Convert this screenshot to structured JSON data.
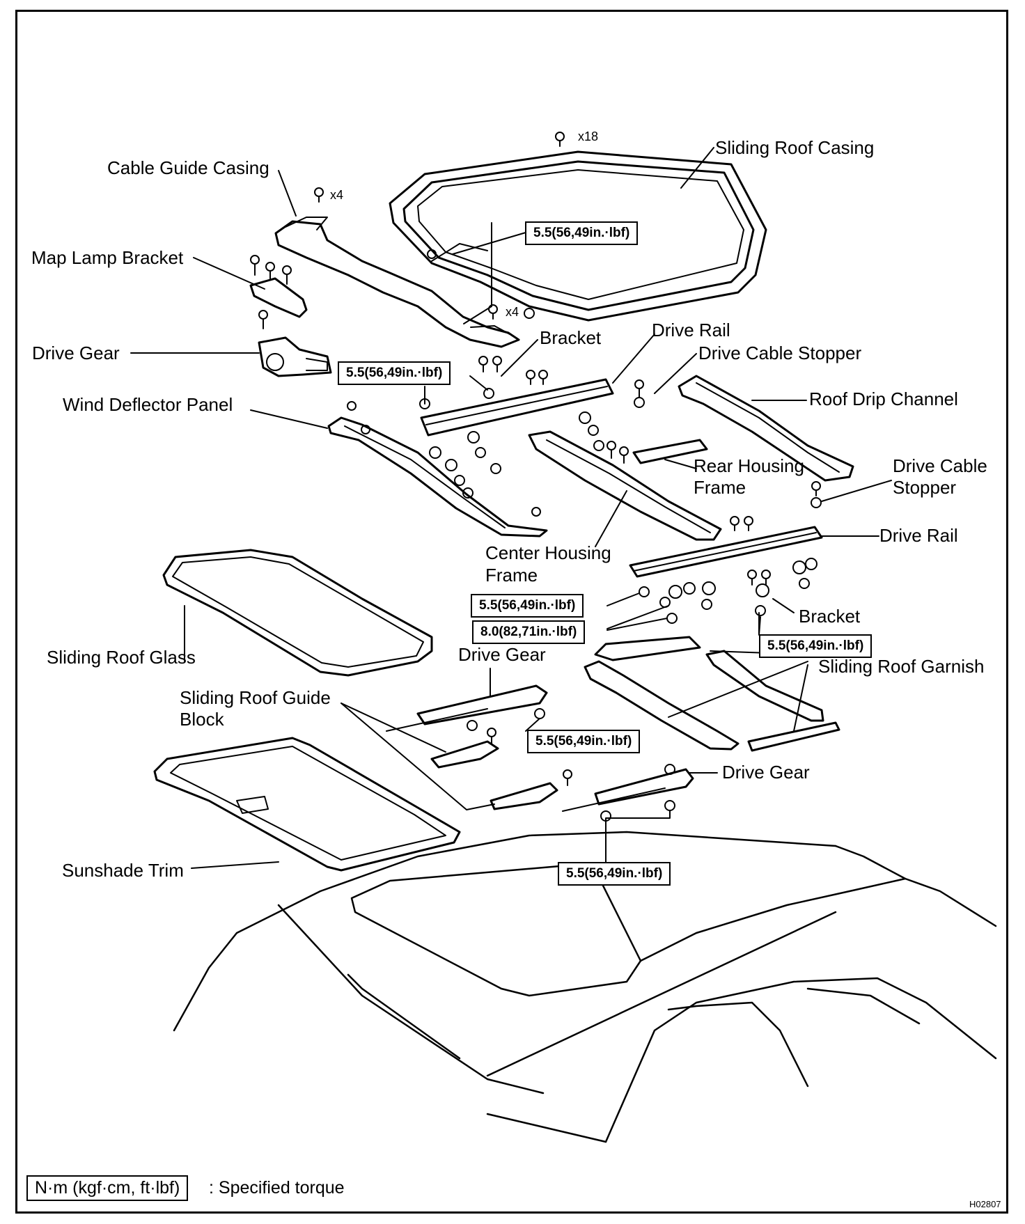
{
  "labels": {
    "cable_guide_casing": "Cable Guide Casing",
    "sliding_roof_casing": "Sliding Roof Casing",
    "map_lamp_bracket": "Map Lamp Bracket",
    "drive_gear_1": "Drive Gear",
    "bracket_1": "Bracket",
    "drive_rail_1": "Drive Rail",
    "drive_cable_stopper_1": "Drive Cable Stopper",
    "roof_drip_channel": "Roof Drip Channel",
    "wind_deflector_panel": "Wind Deflector Panel",
    "rear_housing_frame_l1": "Rear Housing",
    "rear_housing_frame_l2": "Frame",
    "drive_cable_stopper_2_l1": "Drive Cable",
    "drive_cable_stopper_2_l2": "Stopper",
    "drive_rail_2": "Drive Rail",
    "center_housing_frame_l1": "Center Housing",
    "center_housing_frame_l2": "Frame",
    "bracket_2": "Bracket",
    "sliding_roof_glass": "Sliding Roof Glass",
    "drive_gear_2": "Drive Gear",
    "sliding_roof_garnish": "Sliding Roof Garnish",
    "sliding_roof_guide_block_l1": "Sliding Roof Guide",
    "sliding_roof_guide_block_l2": "Block",
    "drive_gear_3": "Drive Gear",
    "sunshade_trim": "Sunshade Trim"
  },
  "counts": {
    "casing_screws": "x18",
    "cable_guide_screws": "x4",
    "bracket_screws": "x4"
  },
  "torques": {
    "t1": "5.5(56,49in.·lbf)",
    "t2": "5.5(56,49in.·lbf)",
    "t3": "5.5(56,49in.·lbf)",
    "t4": "8.0(82,71in.·lbf)",
    "t5": "5.5(56,49in.·lbf)",
    "t6": "5.5(56,49in.·lbf)",
    "t7": "5.5(56,49in.·lbf)"
  },
  "legend": {
    "unit_box": "N·m (kgf·cm, ft·lbf)",
    "description": ": Specified torque"
  },
  "figure_code": "H02807"
}
